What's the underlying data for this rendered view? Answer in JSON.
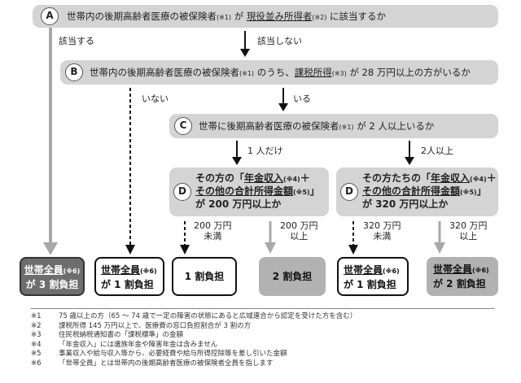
{
  "box_a": {
    "letter": "A",
    "t1": "世帯内の後期高齢者医療の被保険者",
    "n1": "(※1)",
    "t2": " が ",
    "t3": "現役並み所得者",
    "n2": "(※2)",
    "t4": " に該当するか"
  },
  "label_a_yes": "該当する",
  "label_a_no": "該当しない",
  "box_b": {
    "letter": "B",
    "t1": "世帯内の後期高齢者医療の被保険者",
    "n1": "(※1)",
    "t2": " のうち、",
    "t3": "課税所得",
    "n2": "(※3)",
    "t4": " が 28 万円以上の方がいるか"
  },
  "label_b_no": "いない",
  "label_b_yes": "いる",
  "box_c": {
    "letter": "C",
    "t1": "世帯に後期高齢者医療の被保険者",
    "n1": "(※1)",
    "t2": " が 2 人以上いるか"
  },
  "label_c_one": "1 人だけ",
  "label_c_two": "2人以上",
  "box_d1": {
    "letter": "D",
    "l1a": "その方の「",
    "l1b": "年金収入",
    "l1n": "(※4)",
    "l1c": "＋",
    "l2a": "その他の合計所得金額",
    "l2n": "(※5)",
    "l2b": "」",
    "l3": "が 200 万円以上か"
  },
  "box_d2": {
    "letter": "D",
    "l1a": "その方たちの「",
    "l1b": "年金収入",
    "l1n": "(※4)",
    "l1c": "＋",
    "l2a": "その他の合計所得金額",
    "l2n": "(※5)",
    "l2b": "」",
    "l3": "が 320 万円以上か"
  },
  "d1_under": {
    "a": "200 万円",
    "b": "未満"
  },
  "d1_over": {
    "a": "200 万円",
    "b": "以上"
  },
  "d2_under": {
    "a": "320 万円",
    "b": "未満"
  },
  "d2_over": {
    "a": "320 万円",
    "b": "以上"
  },
  "result1": {
    "a": "世帯全員",
    "n": "(※6)",
    "b": "が 3 割負担"
  },
  "result2": {
    "a": "世帯全員",
    "n": "(※6)",
    "b": "が 1 割負担"
  },
  "result3": {
    "text": "1 割負担"
  },
  "result4": {
    "text": "2 割負担"
  },
  "result5": {
    "a": "世帯全員",
    "n": "(※6)",
    "b": "が 1 割負担"
  },
  "result6": {
    "a": "世帯全員",
    "n": "(※6)",
    "b": "が 2 割負担"
  },
  "notes": [
    {
      "no": "※1",
      "text": "75 歳以上の方（65 ～ 74 歳で一定の障害の状態にあると広域連合から認定を受けた方を含む）"
    },
    {
      "no": "※2",
      "text": "課税所得 145 万円以上で、医療費の窓口負担割合が 3 割の方"
    },
    {
      "no": "※3",
      "text": "住民税納税通知書の「課税標準」の金額"
    },
    {
      "no": "※4",
      "text": "「年金収入」には遺族年金や障害年金は含みません"
    },
    {
      "no": "※5",
      "text": "事業収入や給与収入等から、必要経費や給与所得控除等を差し引いた金額"
    },
    {
      "no": "※6",
      "text": "「世帯全員」とは世帯内の後期高齢者医療の被保険者全員を指します"
    }
  ],
  "colors": {
    "question_box": "#d4d4d4",
    "result_dark": "#6e6e6e",
    "result_mid": "#b2b2b2",
    "arrow_grey": "#a8a8a8",
    "arrow_black": "#111111"
  }
}
